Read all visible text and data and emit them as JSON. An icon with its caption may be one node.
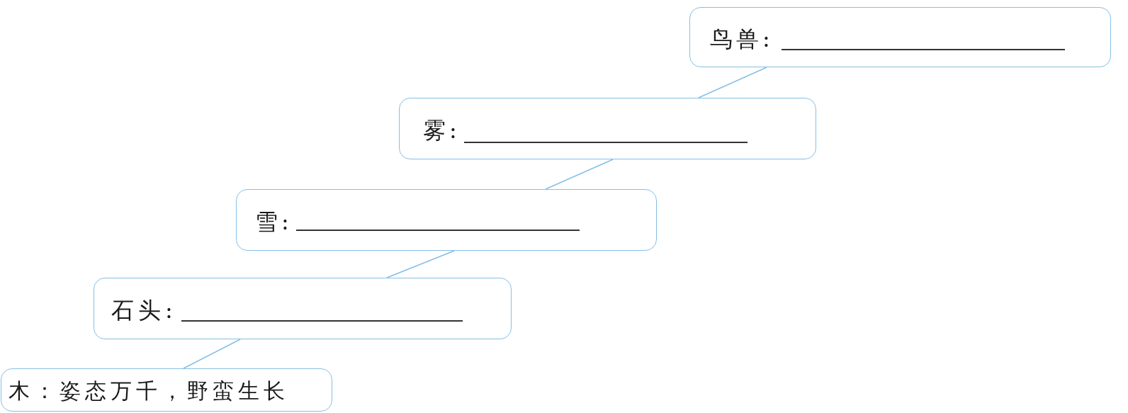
{
  "diagram": {
    "nodes": [
      {
        "text": [
          "鸟兽:"
        ]
      },
      {
        "text": [
          "雾:"
        ]
      },
      {
        "text": [
          "雪:"
        ]
      },
      {
        "text": [
          "石头:"
        ]
      },
      {
        "text": [
          "木：姿态万千，野蛮生长"
        ]
      }
    ],
    "edges": [
      {
        "from": 0,
        "to": 1,
        "arrow": "none"
      },
      {
        "from": 1,
        "to": 2,
        "arrow": "none"
      },
      {
        "from": 2,
        "to": 3,
        "arrow": "none"
      },
      {
        "from": 3,
        "to": 4,
        "arrow": "none"
      }
    ]
  }
}
